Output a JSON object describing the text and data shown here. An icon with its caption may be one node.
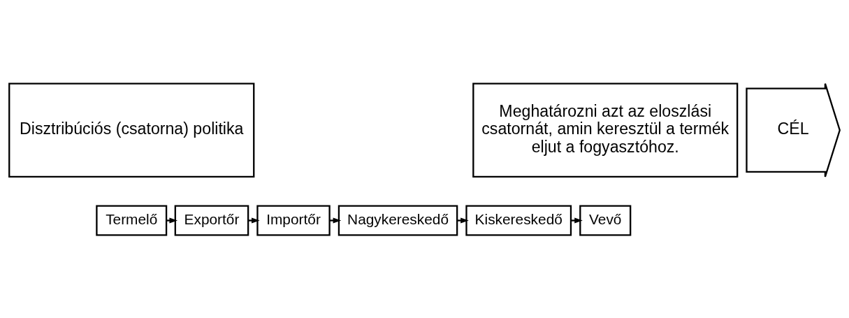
{
  "diagram": {
    "nodes": [
      {
        "text": [
          "Disztribúciós (csatorna) politika"
        ]
      },
      {
        "text": [
          "CÉL"
        ]
      },
      {
        "text": [
          "Meghatározni azt az eloszlási csatornát, amin keresztül a termék eljut a fogyasztóhoz."
        ]
      },
      {
        "text": [
          "Termelő"
        ]
      },
      {
        "text": [
          "Exportőr"
        ]
      },
      {
        "text": [
          "Importőr"
        ]
      },
      {
        "text": [
          "Nagykereskedő"
        ]
      },
      {
        "text": [
          "Kiskereskedő"
        ]
      },
      {
        "text": [
          "Vevő"
        ]
      }
    ],
    "edges": [
      {
        "from": 3,
        "to": 4,
        "arrow": "to"
      },
      {
        "from": 4,
        "to": 5,
        "arrow": "to"
      },
      {
        "from": 5,
        "to": 6,
        "arrow": "to"
      },
      {
        "from": 6,
        "to": 7,
        "arrow": "to"
      },
      {
        "from": 7,
        "to": 8,
        "arrow": "to"
      }
    ]
  }
}
